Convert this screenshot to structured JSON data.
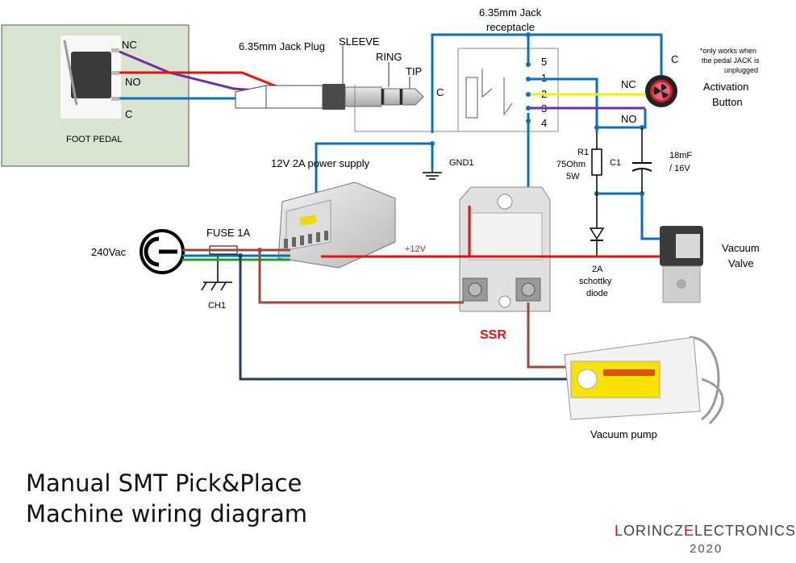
{
  "labels": {
    "foot_pedal": "FOOT PEDAL",
    "nc": "NC",
    "no": "NO",
    "c": "C",
    "jack_plug": "6.35mm Jack Plug",
    "sleeve": "SLEEVE",
    "ring": "RING",
    "tip": "TIP",
    "jack_receptacle_line1": "6.35mm Jack",
    "jack_receptacle_line2": "receptacle",
    "jack_c": "C",
    "pin5": "5",
    "pin1": "1",
    "pin2": "2",
    "pin3": "3",
    "pin4": "4",
    "button_c": "C",
    "button_nc": "NC",
    "button_no": "NO",
    "note_line1": "*only works when",
    "note_line2": "the pedal JACK is",
    "note_line3": "unplugged",
    "activation_line1": "Activation",
    "activation_line2": "Button",
    "gnd1": "GND1",
    "power_supply": "12V 2A power supply",
    "r1_line1": "R1",
    "r1_line2": "75Ohm",
    "r1_line3": "5W",
    "c1": "C1",
    "cap_line1": "18mF",
    "cap_line2": "/ 16V",
    "vac240": "240Vac",
    "fuse": "FUSE 1A",
    "ch1": "CH1",
    "plus12v": "+12V",
    "diode_line1": "2A",
    "diode_line2": "schottky",
    "diode_line3": "diode",
    "vacuum_valve_line1": "Vacuum",
    "vacuum_valve_line2": "Valve",
    "ssr": "SSR",
    "vacuum_pump": "Vacuum pump"
  },
  "title": {
    "line1": "Manual SMT Pick&Place",
    "line2": "Machine wiring diagram"
  },
  "brand": {
    "l": "L",
    "orincz": "ORINCZ",
    "e": "E",
    "lectronics": "LECTRONICS",
    "year": "2020"
  },
  "colors": {
    "blue_wire": "#0b6fc1",
    "red_wire": "#e81010",
    "purple_wire": "#7030a0",
    "yellow_wire": "#f2f000",
    "brown_wire": "#9a4a3a",
    "navy_wire": "#1f3a6e",
    "green_wire": "#20a020",
    "pedal_bg": "#d9e4d0"
  }
}
